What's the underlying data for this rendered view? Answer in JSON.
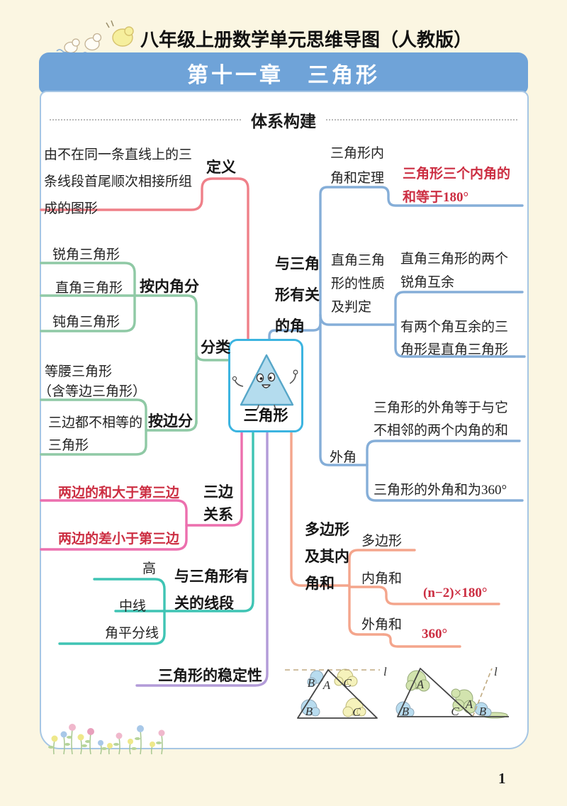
{
  "page": {
    "title": "八年级上册数学单元思维导图（人教版）",
    "chapter_title": "第十一章　三角形",
    "section_title": "体系构建",
    "page_number": "1"
  },
  "colors": {
    "page_bg": "#fbf6e2",
    "banner_bg": "#6fa3d8",
    "card_border": "#a6c6e4",
    "node_border": "#3cb4e0",
    "text": "#222222",
    "red_text": "#cc2e42",
    "branch_definition": "#ef8089",
    "branch_classification": "#8fc9a5",
    "branch_angles": "#85aed8",
    "branch_side_relation": "#ec6fae",
    "branch_segments": "#3fc4b4",
    "branch_stability": "#b29bd8",
    "branch_polygon": "#f4a58c"
  },
  "root_label": "三角形",
  "definition": {
    "label": "定义",
    "lines": [
      "由不在同一条直线上的三",
      "条线段首尾顺次相接所组",
      "成的图形"
    ]
  },
  "classification": {
    "label": "分类",
    "by_angle_label": "按内角分",
    "acute": "锐角三角形",
    "right": "直角三角形",
    "obtuse": "钝角三角形",
    "by_side_label": "按边分",
    "isosceles_lines": [
      "等腰三角形",
      "（含等边三角形）"
    ],
    "scalene_lines": [
      "三边都不相等的",
      "三角形"
    ]
  },
  "side_relation": {
    "label_lines": [
      "三边",
      "关系"
    ],
    "sum_rule": "两边的和大于第三边",
    "diff_rule": "两边的差小于第三边"
  },
  "segments": {
    "label_lines": [
      "与三角形有",
      "关的线段"
    ],
    "altitude": "高",
    "median": "中线",
    "bisector": "角平分线"
  },
  "stability": {
    "label": "三角形的稳定性"
  },
  "angles": {
    "label_lines": [
      "与三角",
      "形有关",
      "的角"
    ],
    "interior_label_lines": [
      "三角形内",
      "角和定理"
    ],
    "interior_rule_lines": [
      "三角形三个内角的",
      "和等于180°"
    ],
    "right_label_lines": [
      "直角三角",
      "形的性质",
      "及判定"
    ],
    "right_property_lines": [
      "直角三角形的两个",
      "锐角互余"
    ],
    "right_judgment_lines": [
      "有两个角互余的三",
      "角形是直角三角形"
    ],
    "exterior_label": "外角",
    "exterior_property_lines": [
      "三角形的外角等于与它",
      "不相邻的两个内角的和"
    ],
    "exterior_sum": "三角形的外角和为360°"
  },
  "polygon": {
    "label_lines": [
      "多边形",
      "及其内",
      "角和"
    ],
    "polygon_item": "多边形",
    "interior_item": "内角和",
    "interior_formula": "(n−2)×180°",
    "exterior_item": "外角和",
    "exterior_value": "360°"
  },
  "figures": {
    "fig1": {
      "line_label": "l",
      "apex_left": "B",
      "apex_mid": "A",
      "apex_right": "C",
      "base_left": "B",
      "base_right": "C"
    },
    "fig2": {
      "line_label": "l",
      "apex": "A",
      "base_left": "B",
      "base_right": "C",
      "exterior_a": "A",
      "exterior_b": "B"
    }
  }
}
